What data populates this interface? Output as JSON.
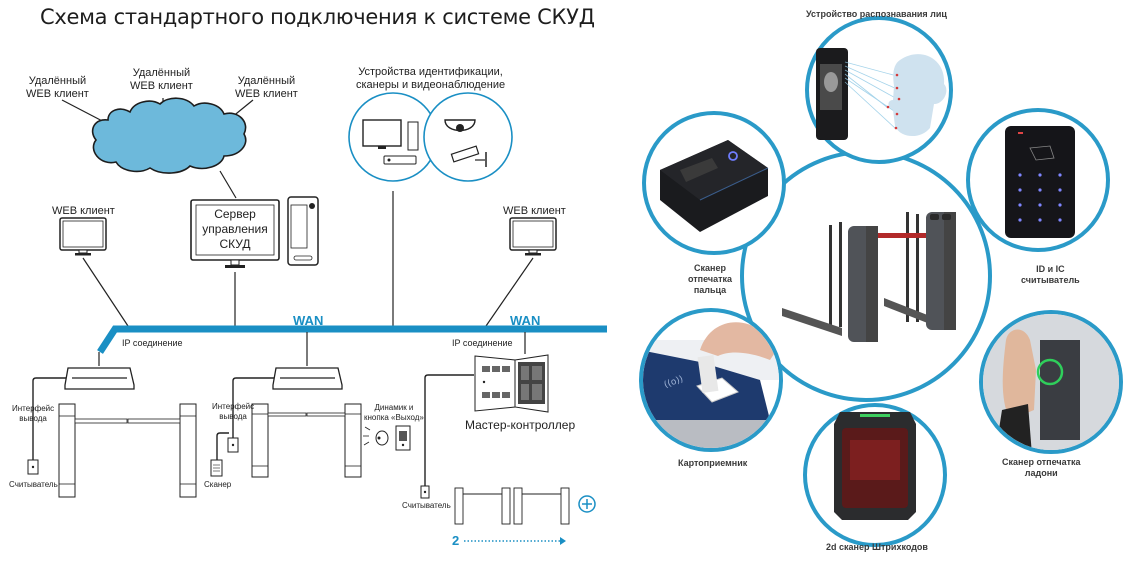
{
  "left_diagram": {
    "title": "Схема стандартного подключения к системе СКУД",
    "cloud_clients": [
      {
        "line1": "Удалённый",
        "line2": "WEB клиент"
      },
      {
        "line1": "Удалённый",
        "line2": "WEB клиент"
      },
      {
        "line1": "Удалённый",
        "line2": "WEB клиент"
      }
    ],
    "devices_group": {
      "line1": "Устройства идентификации,",
      "line2": "сканеры и видеонаблюдение"
    },
    "server": {
      "line1": "Сервер",
      "line2": "управления",
      "line3": "СКУД"
    },
    "web_client_left": "WEB клиент",
    "web_client_right": "WEB клиент",
    "wan_label_1": "WAN",
    "wan_label_2": "WAN",
    "ip_connection_1": "IP соединение",
    "ip_connection_2": "IP соединение",
    "output_interface_1": {
      "line1": "Интерфейс",
      "line2": "вывода"
    },
    "output_interface_2": {
      "line1": "Интерфейс",
      "line2": "вывода"
    },
    "reader_1": "Считыватель",
    "scanner": "Сканер",
    "speaker_exit": {
      "line1": "Динамик и",
      "line2": "кнопка «Выход»"
    },
    "master_controller": "Мастер-контроллер",
    "reader_2": "Считыватель",
    "expansion_count": "2",
    "accent_color": "#1a8fc4",
    "cloud_color": "#6db9db"
  },
  "right_diagram": {
    "ring_color": "#2a9ac8",
    "devices": [
      {
        "name": "Устройство распознавания лиц"
      },
      {
        "name_line1": "Сканер",
        "name_line2": "отпечатка",
        "name_line3": "пальца"
      },
      {
        "name_line1": "ID и IC",
        "name_line2": "считыватель"
      },
      {
        "name": "Картоприемник"
      },
      {
        "name_line1": "Сканер отпечатка",
        "name_line2": "ладони"
      },
      {
        "name": "2d сканер Штрихкодов"
      }
    ],
    "center": "turnstile"
  }
}
